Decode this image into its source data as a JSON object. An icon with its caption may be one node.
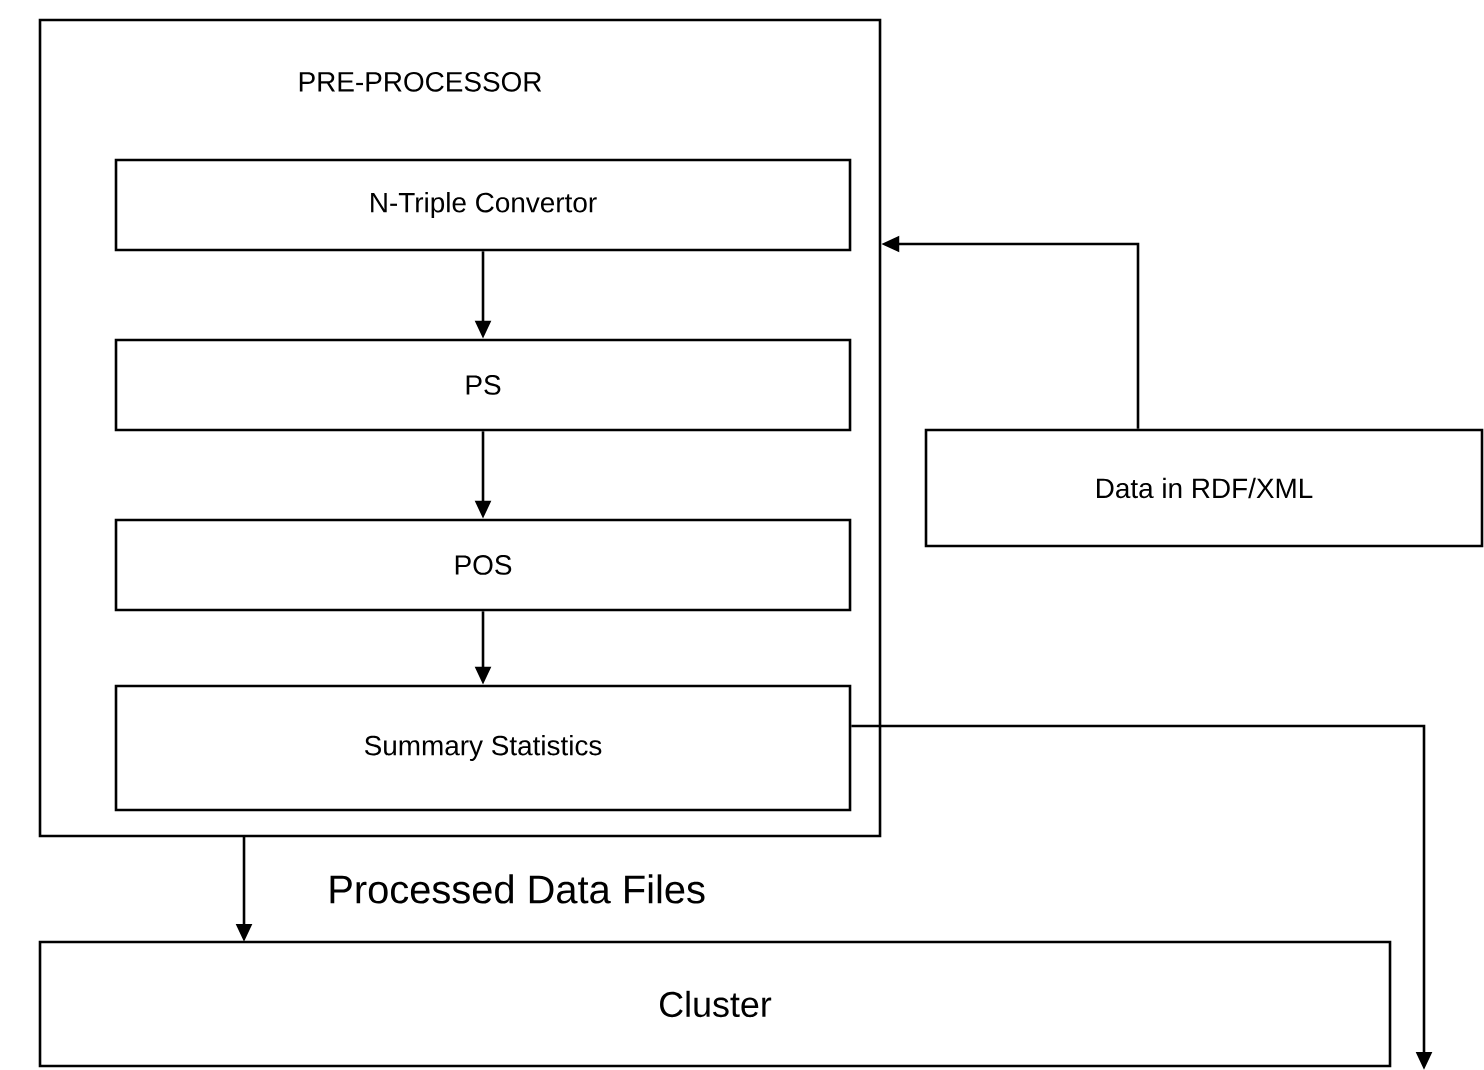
{
  "diagram": {
    "nodes": [
      {
        "text": [
          "PRE-PROCESSOR"
        ]
      },
      {
        "text": [
          "N-Triple Convertor"
        ],
        "in": 0
      },
      {
        "text": [
          "PS"
        ],
        "in": 0
      },
      {
        "text": [
          "POS"
        ],
        "in": 0
      },
      {
        "text": [
          "Summary Statistics"
        ],
        "in": 0
      },
      {
        "text": [
          "Data in RDF/XML"
        ]
      },
      {
        "text": [
          "Cluster"
        ]
      }
    ],
    "edges": [
      {
        "from": 1,
        "to": 2,
        "arrow": "to"
      },
      {
        "from": 2,
        "to": 3,
        "arrow": "to"
      },
      {
        "from": 3,
        "to": 4,
        "arrow": "to"
      },
      {
        "from": 5,
        "to": 0,
        "arrow": "to"
      },
      {
        "from": 0,
        "to": 6,
        "arrow": "to",
        "label": "Processed Data Files"
      },
      {
        "from": 4,
        "to": null,
        "arrow": "to"
      }
    ]
  }
}
